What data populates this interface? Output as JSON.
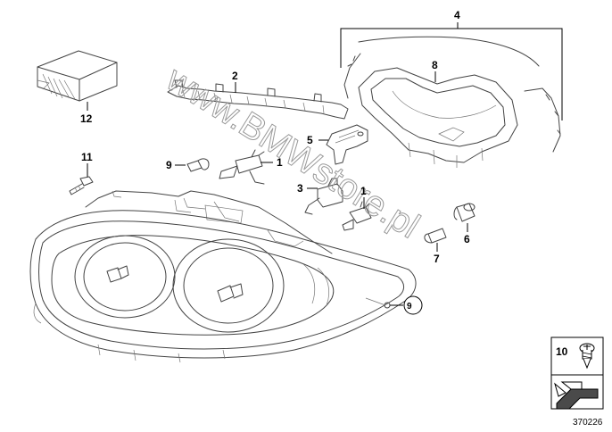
{
  "diagram": {
    "callouts": [
      {
        "id": "c1a",
        "text": "1"
      },
      {
        "id": "c1b",
        "text": "1"
      },
      {
        "id": "c2",
        "text": "2"
      },
      {
        "id": "c3",
        "text": "3"
      },
      {
        "id": "c4",
        "text": "4"
      },
      {
        "id": "c5",
        "text": "5"
      },
      {
        "id": "c6",
        "text": "6"
      },
      {
        "id": "c7",
        "text": "7"
      },
      {
        "id": "c8",
        "text": "8"
      },
      {
        "id": "c9",
        "text": "9"
      },
      {
        "id": "c10",
        "text": "10"
      },
      {
        "id": "c11",
        "text": "11"
      },
      {
        "id": "c12",
        "text": "12"
      }
    ],
    "legend_box": {
      "number": "10"
    },
    "watermark": "www.BMWstore.pl",
    "doc_number": "370226"
  }
}
